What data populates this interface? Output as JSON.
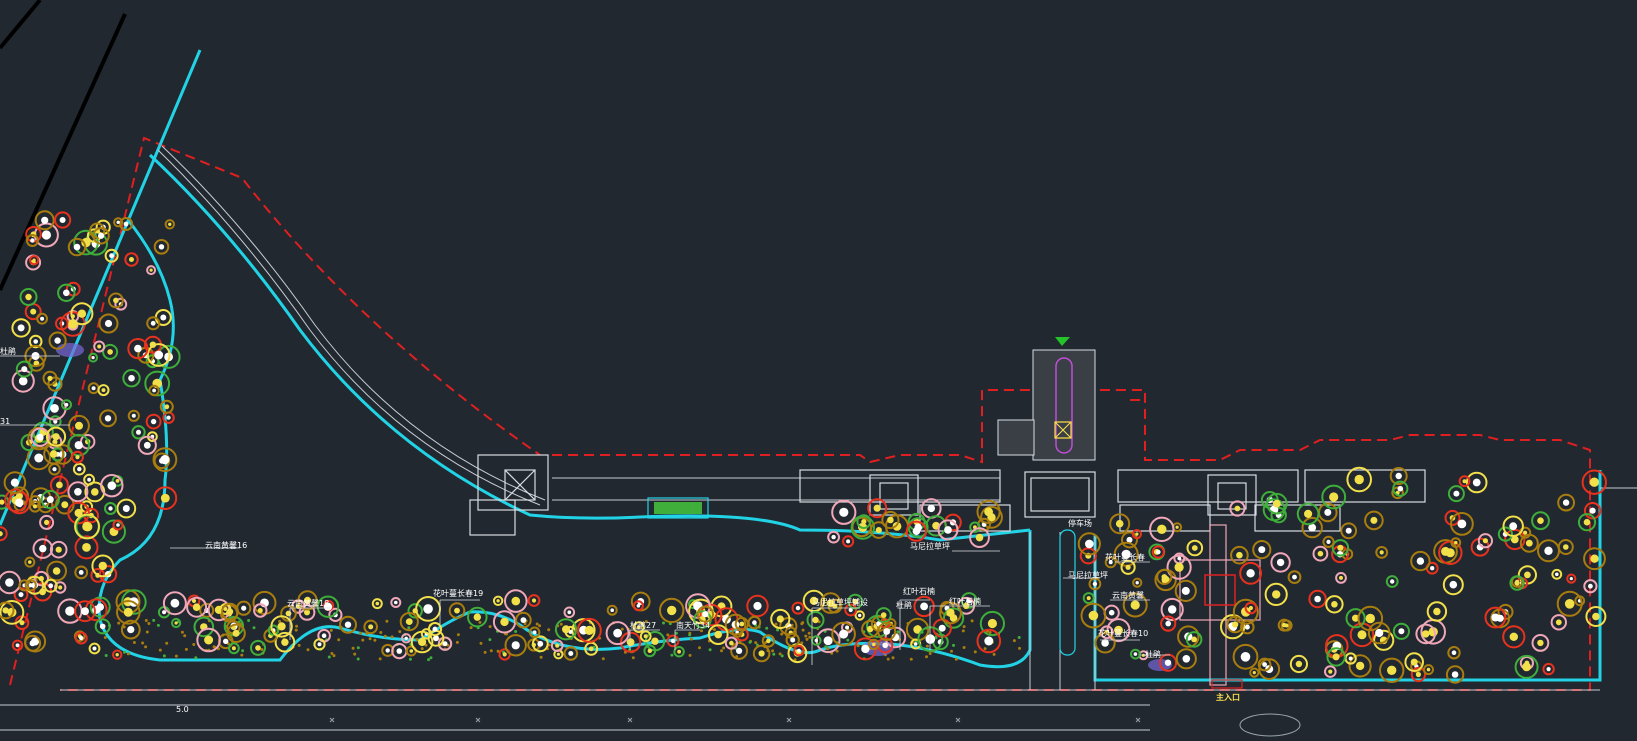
{
  "drawing": {
    "title": "",
    "background": "#212830",
    "colors": {
      "boundary_red": "#e02020",
      "edge_cyan": "#22d3e6",
      "plant_olive": "#a87d0e",
      "plant_yellow": "#f2e04a",
      "plant_green": "#3fae3a",
      "flower_red": "#e8321e",
      "flower_pink": "#f0a8b8",
      "flower_purple": "#7b68d8",
      "line_white": "#d8dde2",
      "entry_arrow": "#22c42a",
      "label_yellow": "#ffe24a"
    }
  },
  "labels": {
    "l1": "云南黄馨16",
    "l2": "云南黄馨18",
    "l3": "花叶蔓长春19",
    "l4": "杜鹃27",
    "l5": "南天竹34",
    "l6": "马尼拉草坪铺设",
    "l7": "红叶石楠",
    "l8": "杜鹃",
    "l9": "红叶石楠",
    "l10": "马尼拉草坪",
    "l11": "停车场",
    "l12": "马尼拉草坪",
    "l13": "花叶蔓长春",
    "l14": "云南黄馨",
    "l15": "花叶蔓长春10",
    "l16": "杜鹃",
    "l17": "主入口",
    "l18": "杜鹃",
    "l19": "31",
    "l20": "5.0"
  }
}
